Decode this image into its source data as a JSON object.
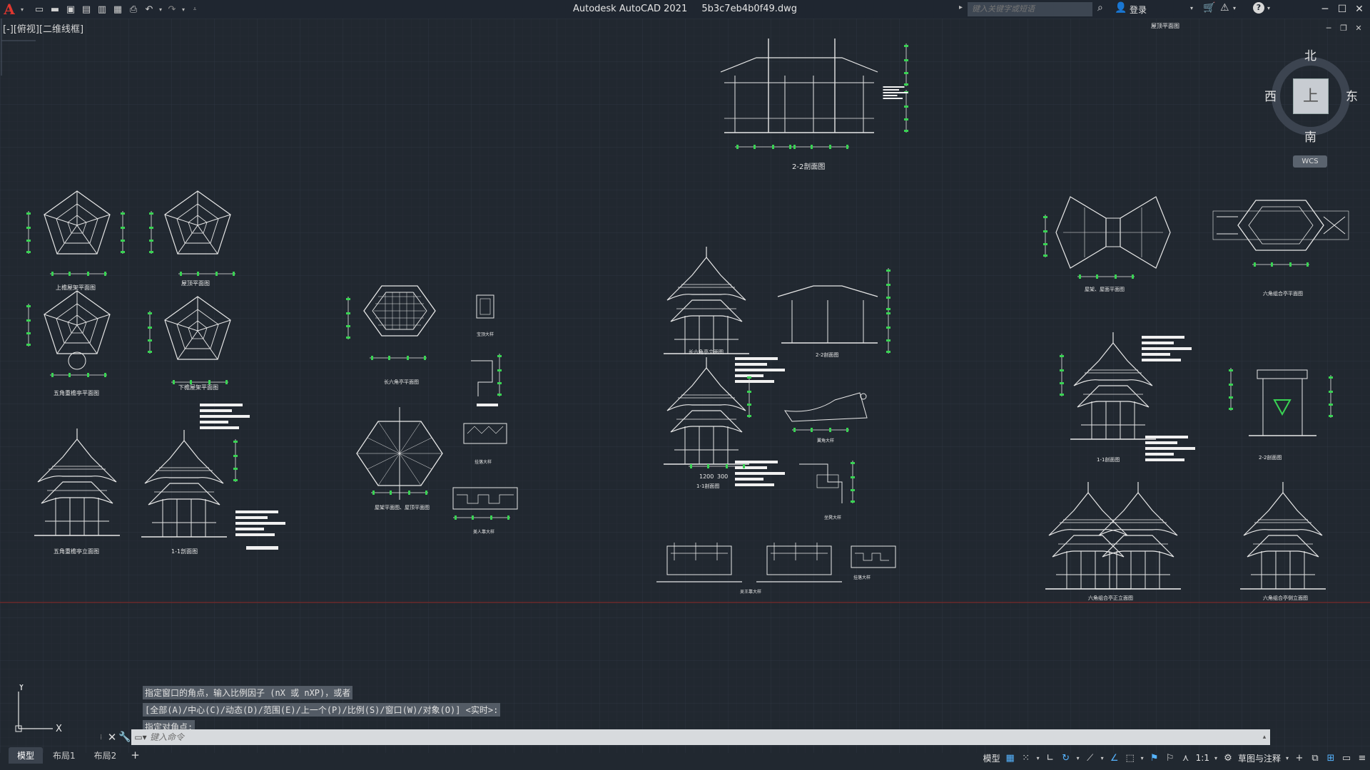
{
  "app": {
    "title": "Autodesk AutoCAD 2021",
    "filename": "5b3c7eb4b0f49.dwg"
  },
  "quick_access": {
    "icons": [
      "new-icon",
      "open-icon",
      "save-icon",
      "saveas-icon",
      "open-web-icon",
      "save-web-icon",
      "plot-icon",
      "undo-icon",
      "redo-icon",
      "customize-icon"
    ]
  },
  "search": {
    "placeholder": "键入关键字或短语"
  },
  "user": {
    "login_label": "登录"
  },
  "viewport": {
    "label": "[-][俯视][二维线框]"
  },
  "viewcube": {
    "north": "北",
    "south": "南",
    "east": "东",
    "west": "西",
    "top_face": "上",
    "wcs_label": "WCS"
  },
  "drawing_labels": {
    "top_section": "2-2剖面图",
    "top_right_header": "屋顶平面图",
    "pent_roof_frame": "上檐屋架平面图",
    "pent_roof_plan": "屋顶平面图",
    "pent_floor_plan": "五角重檐亭平面图",
    "pent_beam_plan": "下檐屋架平面图",
    "pent_elevation": "五角重檐亭立面图",
    "pent_section": "1-1剖面图",
    "hex_plan": "长六角亭平面图",
    "hex_roof_plan": "屋架平面图、屋顶平面图",
    "detail_a": "宝顶大样",
    "detail_b": "挂落大样",
    "detail_c": "美人靠大样",
    "hex_elevation": "长六角亭立面图",
    "hex_section_22": "2-2剖面图",
    "hex_section_11": "1-1剖面图",
    "corner_detail": "翼角大样",
    "seat_detail": "坐凳大样",
    "wumei_detail": "吴王靠大样",
    "railing_detail": "挂落大样",
    "combo_roof": "屋架、屋面平面图",
    "combo_plan": "六角组合亭平面图",
    "combo_section_11": "1-1剖面图",
    "combo_section_22": "2-2剖面图",
    "combo_front": "六角组合亭正立面图",
    "combo_side": "六角组合亭侧立面图",
    "dim_a": "1200",
    "dim_b": "300"
  },
  "ucs": {
    "x": "X",
    "y": "Y"
  },
  "command": {
    "history": [
      "指定窗口的角点，输入比例因子 (nX 或 nXP)，或者",
      "[全部(A)/中心(C)/动态(D)/范围(E)/上一个(P)/比例(S)/窗口(W)/对象(O)] <实时>:",
      "指定对角点:"
    ],
    "placeholder": "键入命令"
  },
  "layout_tabs": {
    "model": "模型",
    "layout1": "布局1",
    "layout2": "布局2",
    "add": "+"
  },
  "status": {
    "model_label": "模型",
    "scale": "1:1",
    "workspace": "草图与注释"
  },
  "colors": {
    "background": "#212830",
    "grid_major": "#2d3540",
    "grid_minor": "#262d36",
    "drawing_line": "#e8e8e8",
    "dimension": "#39d353",
    "axis_red": "#7a2a2a",
    "accent": "#56b4ff"
  }
}
